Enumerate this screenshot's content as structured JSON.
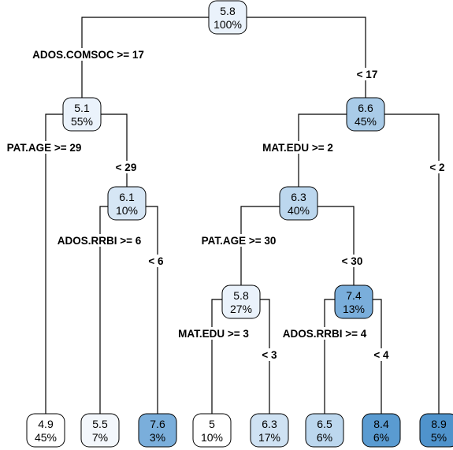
{
  "colors": {
    "background": "#ffffff",
    "node_lightest": "#ffffff",
    "node_light": "#eaf2fb",
    "node_mid_light": "#d6e6f5",
    "node_mid": "#a9cbe8",
    "node_dark": "#7aaedb",
    "line": "#000000"
  },
  "tree": {
    "nodes": [
      {
        "id": "root",
        "value": "5.8",
        "pct": "100%",
        "fill": "#eaf2fb"
      },
      {
        "id": "n1",
        "value": "5.1",
        "pct": "55%",
        "fill": "#eaf2fb"
      },
      {
        "id": "n2",
        "value": "6.6",
        "pct": "45%",
        "fill": "#a9cbe8"
      },
      {
        "id": "n3",
        "value": "6.1",
        "pct": "10%",
        "fill": "#d6e6f5"
      },
      {
        "id": "n4",
        "value": "6.3",
        "pct": "40%",
        "fill": "#bcd7ee"
      },
      {
        "id": "n5",
        "value": "5.8",
        "pct": "27%",
        "fill": "#eaf2fb"
      },
      {
        "id": "n6",
        "value": "7.4",
        "pct": "13%",
        "fill": "#7aaedb"
      },
      {
        "id": "leaf1",
        "value": "4.9",
        "pct": "45%",
        "fill": "#ffffff"
      },
      {
        "id": "leaf2",
        "value": "5.5",
        "pct": "7%",
        "fill": "#f3f7fc"
      },
      {
        "id": "leaf3",
        "value": "7.6",
        "pct": "3%",
        "fill": "#7aaedb"
      },
      {
        "id": "leaf4",
        "value": "5",
        "pct": "10%",
        "fill": "#ffffff"
      },
      {
        "id": "leaf5",
        "value": "6.3",
        "pct": "17%",
        "fill": "#cfe2f3"
      },
      {
        "id": "leaf6",
        "value": "6.5",
        "pct": "6%",
        "fill": "#bcd7ee"
      },
      {
        "id": "leaf7",
        "value": "8.4",
        "pct": "6%",
        "fill": "#5a9bd1"
      },
      {
        "id": "leaf8",
        "value": "8.9",
        "pct": "5%",
        "fill": "#4f93cc"
      }
    ],
    "splits": [
      {
        "id": "s1",
        "text": "ADOS.COMSOC >= 17"
      },
      {
        "id": "s2",
        "text": "< 17"
      },
      {
        "id": "s3",
        "text": "PAT.AGE >= 29"
      },
      {
        "id": "s4",
        "text": "< 29"
      },
      {
        "id": "s5",
        "text": "MAT.EDU >= 2"
      },
      {
        "id": "s6",
        "text": "< 2"
      },
      {
        "id": "s7",
        "text": "ADOS.RRBI >= 6"
      },
      {
        "id": "s8",
        "text": "< 6"
      },
      {
        "id": "s9",
        "text": "PAT.AGE >= 30"
      },
      {
        "id": "s10",
        "text": "< 30"
      },
      {
        "id": "s11",
        "text": "MAT.EDU >= 3"
      },
      {
        "id": "s12",
        "text": "< 3"
      },
      {
        "id": "s13",
        "text": "ADOS.RRBI >= 4"
      },
      {
        "id": "s14",
        "text": "< 4"
      }
    ]
  }
}
